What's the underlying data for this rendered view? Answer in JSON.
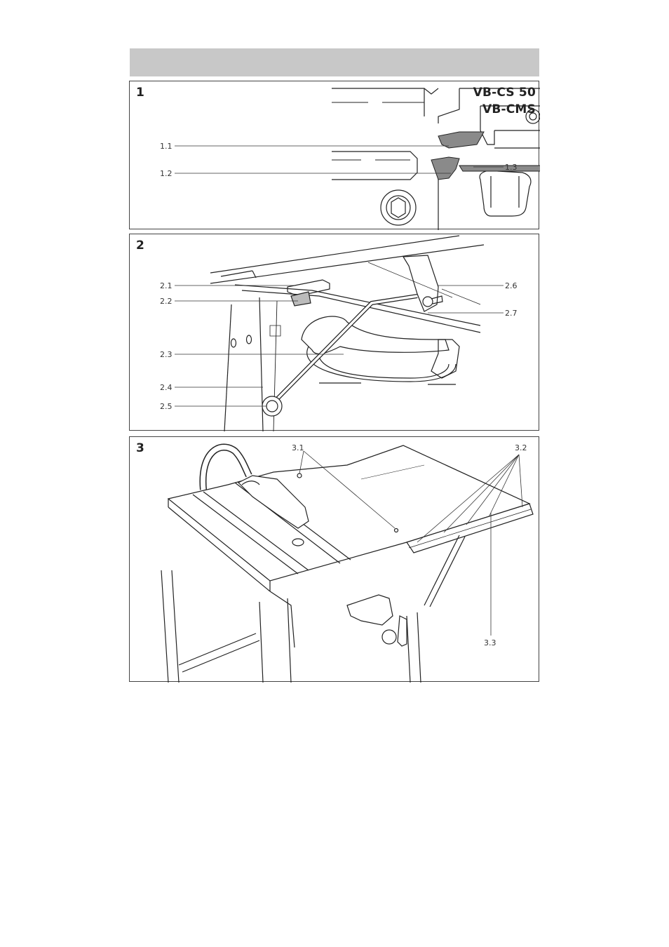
{
  "header": {
    "text": ""
  },
  "figures": [
    {
      "number": "1",
      "models": [
        "VB-CS 50",
        "VB-CMS"
      ],
      "callouts": [
        "1.1",
        "1.2",
        "1.3"
      ]
    },
    {
      "number": "2",
      "callouts": [
        "2.1",
        "2.2",
        "2.3",
        "2.4",
        "2.5",
        "2.6",
        "2.7"
      ]
    },
    {
      "number": "3",
      "callouts": [
        "3.1",
        "3.2",
        "3.3"
      ]
    }
  ],
  "colors": {
    "header_bar": "#c8c8c8",
    "frame": "#444444",
    "part_highlight": "#8a8a8a"
  }
}
